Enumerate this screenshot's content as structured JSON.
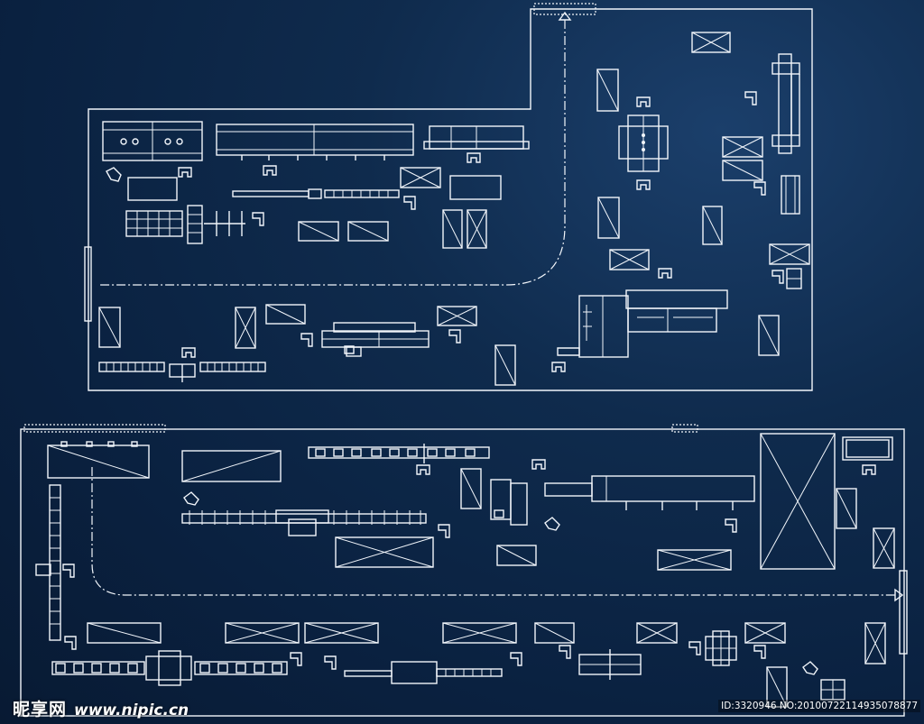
{
  "watermark": {
    "brand": "昵享网",
    "url": "www.nipic.cn",
    "image_id": "ID:3320946 NO:20100722114935078877"
  },
  "colors": {
    "background": "#0a2140",
    "line": "#f2f6fb"
  },
  "icons": [
    "machine-icon",
    "operator-robot-icon",
    "conveyor-icon",
    "storage-box-icon",
    "gate-icon"
  ]
}
